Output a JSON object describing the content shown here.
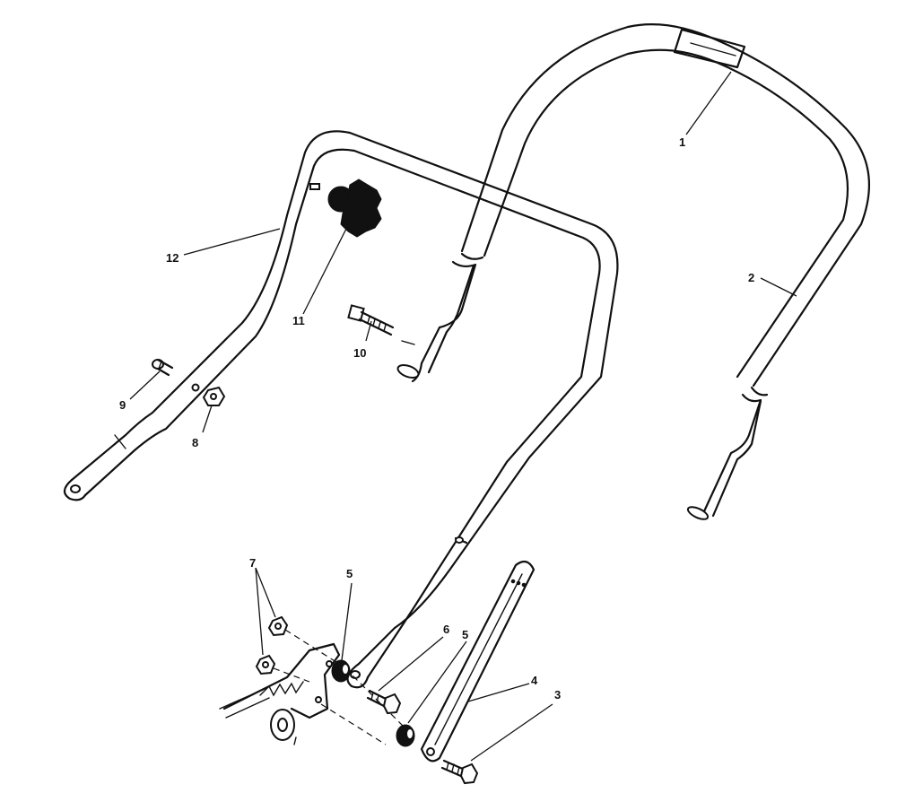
{
  "callouts": [
    {
      "id": "c1",
      "text": "1"
    },
    {
      "id": "c2",
      "text": "2"
    },
    {
      "id": "c3",
      "text": "3"
    },
    {
      "id": "c4",
      "text": "4"
    },
    {
      "id": "c5a",
      "text": "5"
    },
    {
      "id": "c5b",
      "text": "5"
    },
    {
      "id": "c6",
      "text": "6"
    },
    {
      "id": "c7",
      "text": "7"
    },
    {
      "id": "c8",
      "text": "8"
    },
    {
      "id": "c9",
      "text": "9"
    },
    {
      "id": "c10",
      "text": "10"
    },
    {
      "id": "c11",
      "text": "11"
    },
    {
      "id": "c12",
      "text": "12"
    }
  ],
  "colors": {
    "ink": "#111111",
    "paper": "#ffffff"
  }
}
